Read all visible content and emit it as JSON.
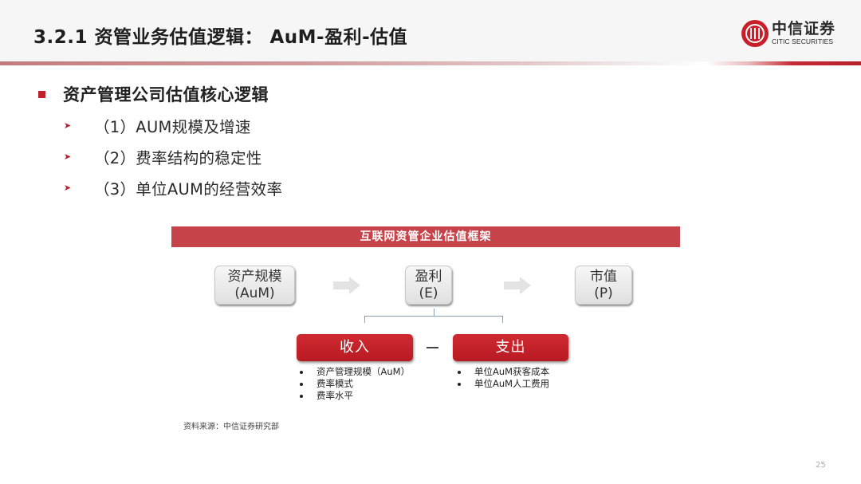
{
  "header": {
    "title": "3.2.1 资管业务估值逻辑： AuM-盈利-估值",
    "logo": {
      "cn": "中信证券",
      "en": "CITIC SECURITIES",
      "icon": "citic-logo-icon"
    },
    "accent_color": "#c0202c"
  },
  "main_bullet": {
    "icon": "square-bullet-icon",
    "text": "资产管理公司估值核心逻辑"
  },
  "sub_bullets": [
    {
      "icon": "arrowhead-bullet-icon",
      "text": "（1）AUM规模及增速"
    },
    {
      "icon": "arrowhead-bullet-icon",
      "text": "（2）费率结构的稳定性"
    },
    {
      "icon": "arrowhead-bullet-icon",
      "text": "（3）单位AUM的经营效率"
    }
  ],
  "diagram": {
    "banner": "互联网资管企业估值框架",
    "banner_color": "#c6434a",
    "flow": [
      {
        "line1": "资产规模",
        "line2": "(AuM)"
      },
      {
        "line1": "盈利",
        "line2": "(E)"
      },
      {
        "line1": "市值",
        "line2": "(P)"
      }
    ],
    "arrow_icon": "right-arrow-icon",
    "income": {
      "label": "收入",
      "items": [
        "资产管理规模（AuM）",
        "费率模式",
        "费率水平"
      ]
    },
    "operator": "−",
    "expense": {
      "label": "支出",
      "items": [
        "单位AuM获客成本",
        "单位AuM人工费用"
      ]
    },
    "box_color": "#c41f28"
  },
  "footer": {
    "source": "资料来源：中信证券研究部",
    "page_number": "25"
  }
}
